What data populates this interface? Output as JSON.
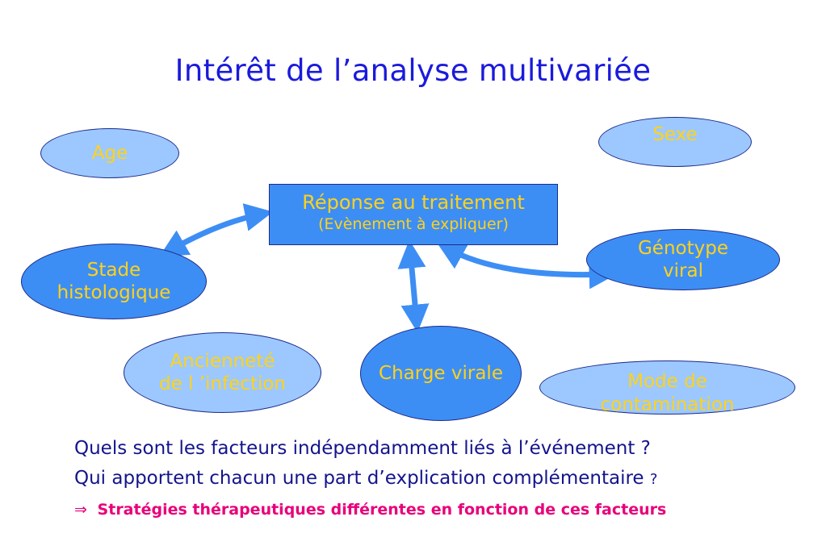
{
  "title": "Intérêt de l’analyse multivariée",
  "center_box": {
    "line1": "Réponse au traitement",
    "line2": "(Evènement à expliquer)"
  },
  "factors": {
    "age": "Age",
    "sexe": "Sexe",
    "stade": [
      "Stade",
      "histologique"
    ],
    "genotype": [
      "Génotype",
      "viral"
    ],
    "anciennete": [
      "Ancienneté",
      "de l ’infection"
    ],
    "charge": "Charge virale",
    "mode": [
      "Mode de",
      "contamination"
    ]
  },
  "questions": {
    "q1": "Quels sont les facteurs indépendamment liés à l’événement ?",
    "q2": "Qui apportent chacun une part d’explication complémentaire",
    "q2_mark": "?"
  },
  "conclusion": {
    "symbol": "⇒",
    "text": "Stratégies thérapeutiques différentes en fonction de ces facteurs"
  },
  "colors": {
    "title": "#1a1adc",
    "factor_text": "#ffd21a",
    "light_fill": "#9cc8ff",
    "dark_fill": "#3d8ef4",
    "arrow": "#3d8ef4",
    "question_text": "#14148c",
    "conclusion_text": "#e8007a"
  }
}
